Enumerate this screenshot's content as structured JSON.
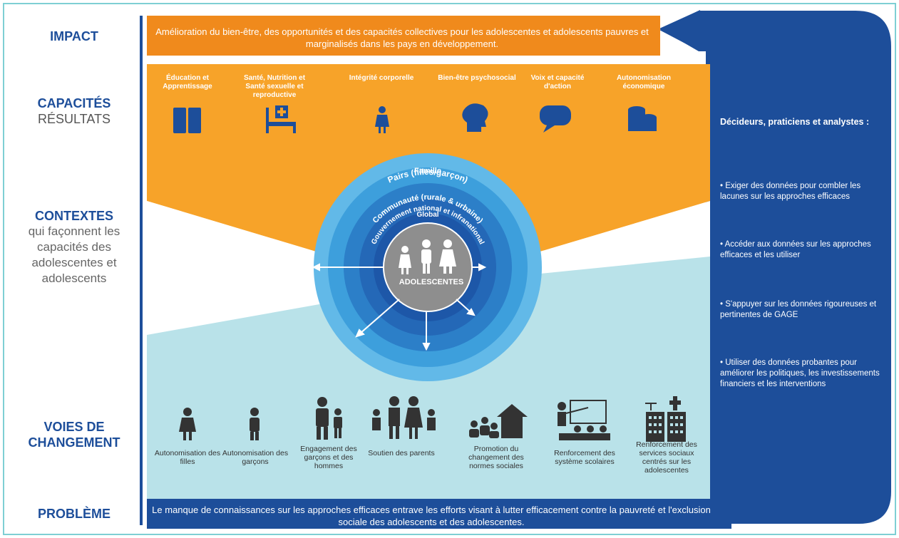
{
  "labels": {
    "impact": "IMPACT",
    "capacites": "CAPACITÉS",
    "resultats": "RÉSULTATS",
    "contextes": "CONTEXTES",
    "contextes_sub": "qui façonnent les capacités des adolescentes et adolescents",
    "voies": "VOIES DE CHANGEMENT",
    "probleme": "PROBLÈME"
  },
  "impact_text": "Amélioration du bien-être, des opportunités et des capacités collectives pour les adolescentes et adolescents pauvres et marginalisés dans les pays en développement.",
  "capabilities": [
    {
      "label": "Éducation et Apprentissage",
      "icon": "book-icon"
    },
    {
      "label": "Santé, Nutrition et Santé sexuelle et reproductive",
      "icon": "hospital-bed-icon"
    },
    {
      "label": "Intégrité corporelle",
      "icon": "person-icon"
    },
    {
      "label": "Bien-être psychosocial",
      "icon": "head-mind-icon"
    },
    {
      "label": "Voix et capacité d'action",
      "icon": "speech-bubble-icon"
    },
    {
      "label": "Autonomisation économique",
      "icon": "coins-icon"
    }
  ],
  "contexts": {
    "ring1": "Pairs (filles/garçon)",
    "ring2": "Famille",
    "ring3": "Communauté (rurale & urbaine)",
    "ring4": "Gouvernement national et infranational",
    "ring5": "Global",
    "center": "ADOLESCENTES"
  },
  "pathways": [
    {
      "label": "Autonomisation des filles",
      "icon": "girl-icon"
    },
    {
      "label": "Autonomisation des garçons",
      "icon": "boy-icon"
    },
    {
      "label": "Engagement des garçons et des hommes",
      "icon": "man-boy-icon"
    },
    {
      "label": "Soutien des parents",
      "icon": "family-icon"
    },
    {
      "label": "Promotion du changement des normes sociales",
      "icon": "community-icon"
    },
    {
      "label": "Renforcement des système scolaires",
      "icon": "classroom-icon"
    },
    {
      "label": "Renforcement des services sociaux centrés sur les adolescentes",
      "icon": "services-building-icon"
    }
  ],
  "problem_text": "Le manque de connaissances sur les approches efficaces entrave les efforts visant à lutter efficacement contre la pauvreté et l'exclusion sociale des adolescents et des adolescentes.",
  "panel": {
    "title": "Décideurs, praticiens et analystes :",
    "actions": [
      "• Exiger des données pour combler les lacunes sur les approches efficaces",
      "• Accéder aux données sur les approches efficaces et les utiliser",
      "• S'appuyer sur les données rigoureuses et pertinentes de GAGE",
      "• Utiliser des données probantes pour améliorer les politiques, les investissements financiers et les interventions"
    ]
  },
  "colors": {
    "orange": "#f7a329",
    "orange_dark": "#f08a1c",
    "light_blue": "#b9e2e9",
    "navy": "#1d4e9a",
    "icon_blue": "#1d4e9a",
    "ring_blue": "#3d9fdc"
  }
}
